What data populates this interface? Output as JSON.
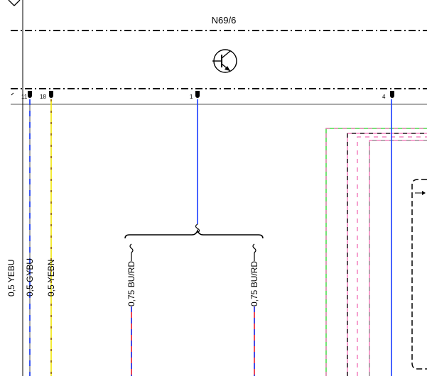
{
  "component": {
    "name": "N69/6",
    "symbol": "transistor-icon"
  },
  "pins": [
    {
      "id": "pin-11",
      "label": "11"
    },
    {
      "id": "pin-18",
      "label": "18"
    },
    {
      "id": "pin-1",
      "label": "1"
    },
    {
      "id": "pin-4",
      "label": "4"
    }
  ],
  "wires": [
    {
      "id": "wire-left-edge",
      "label": "0,5 YEBU"
    },
    {
      "id": "wire-gybu",
      "label": "0,5 GYBU"
    },
    {
      "id": "wire-yebn",
      "label": "0,5 YEBN"
    },
    {
      "id": "wire-bu-rd-left",
      "label": "0,75 BU/RD"
    },
    {
      "id": "wire-bu-rd-right",
      "label": "0,75 BU/RD"
    }
  ],
  "colors": {
    "wire_blue": "#1a3cff",
    "wire_yellow": "#f2e600",
    "wire_grey": "#8c8c8c",
    "wire_red": "#e8192c",
    "harness_green": "#27d427",
    "harness_pink": "#f06cb4",
    "line_black": "#000000"
  }
}
